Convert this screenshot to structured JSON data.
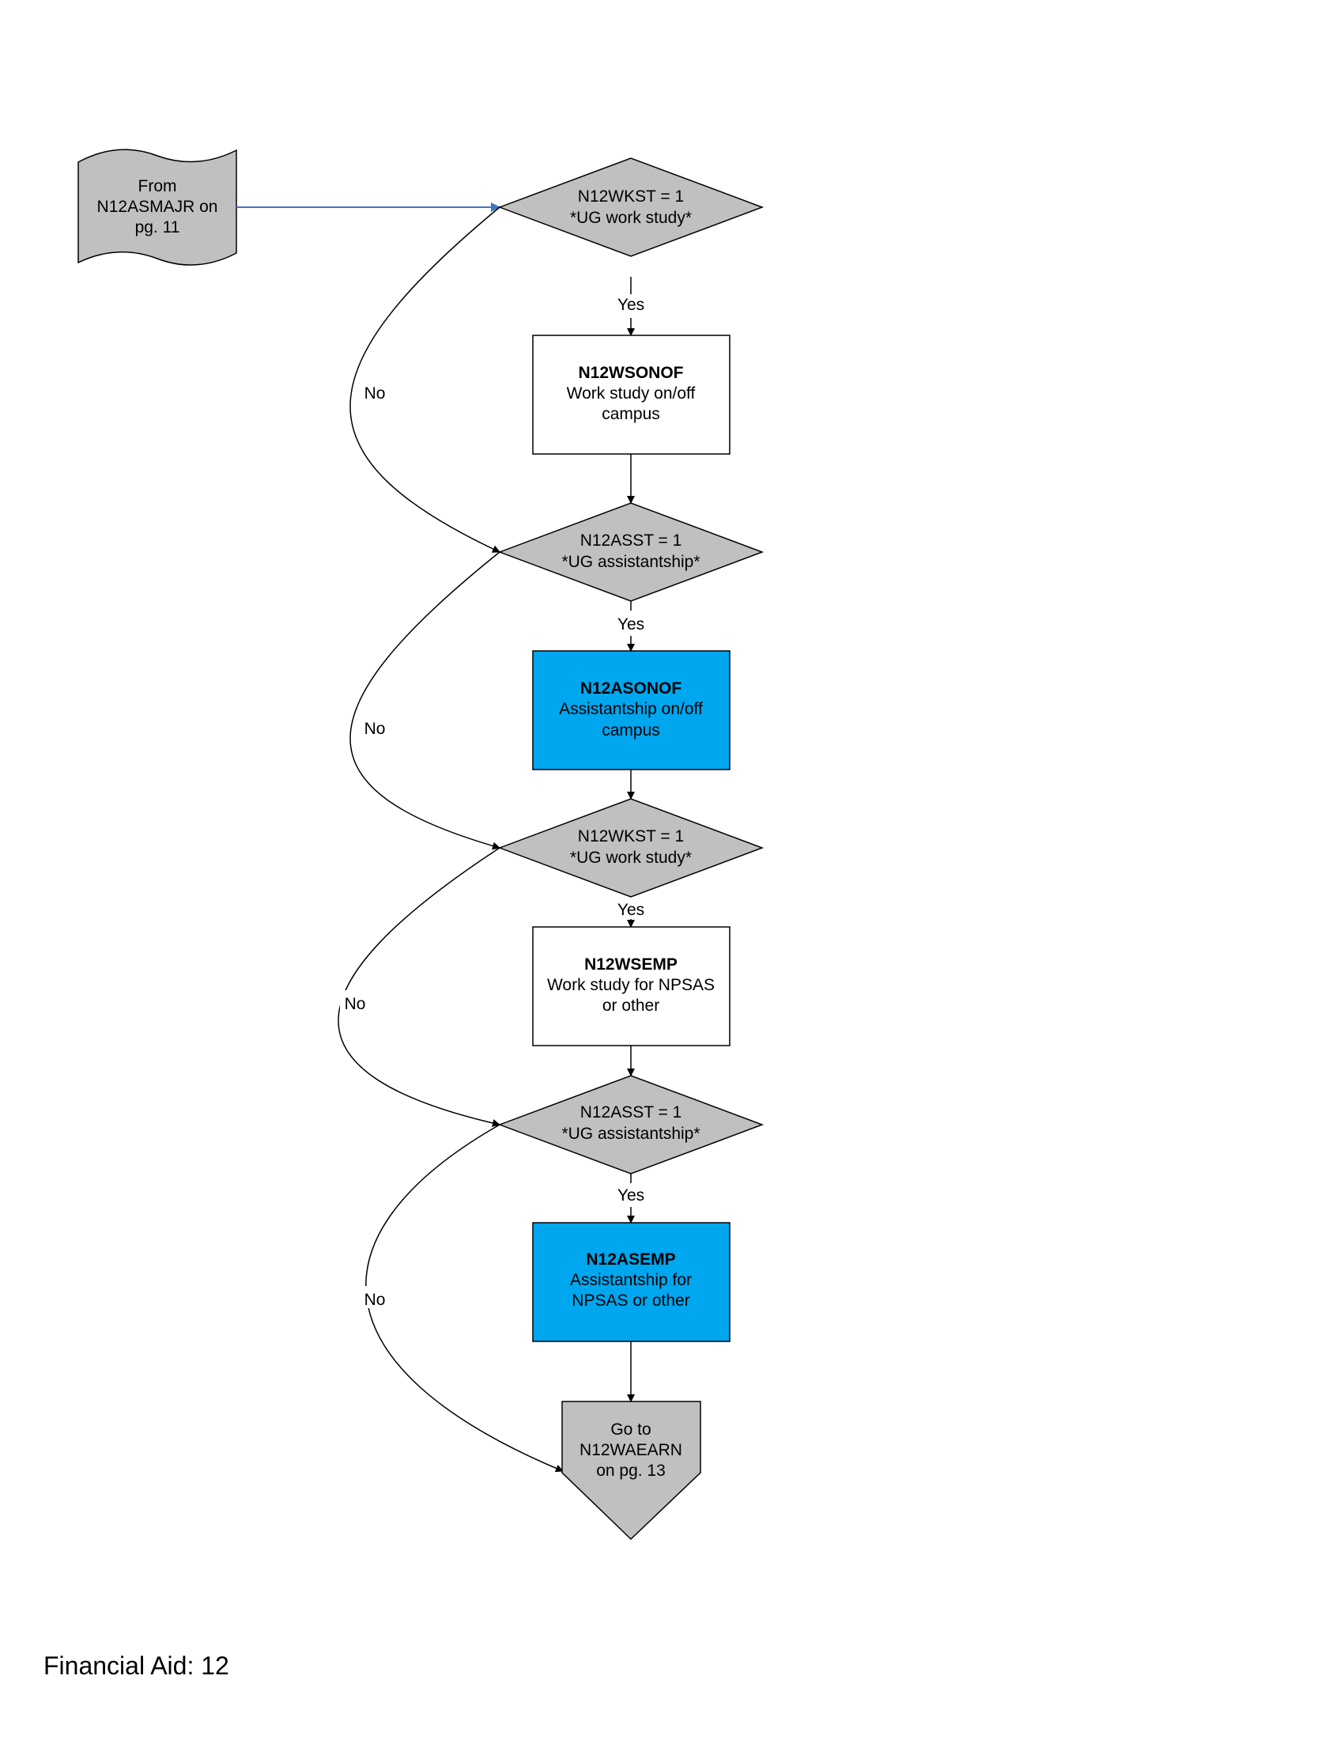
{
  "colors": {
    "decision_fill": "#c0c0c0",
    "highlight_fill": "#00a6ee",
    "process_fill": "#ffffff",
    "connector_line": "#000000",
    "entry_arrow": "#4472c4"
  },
  "start": {
    "lines": [
      "From",
      "N12ASMAJR on",
      "pg. 11"
    ]
  },
  "decisions": {
    "d1": [
      "N12WKST = 1",
      "*UG work study*"
    ],
    "d2": [
      "N12ASST = 1",
      "*UG assistantship*"
    ],
    "d3": [
      "N12WKST = 1",
      "*UG work study*"
    ],
    "d4": [
      "N12ASST = 1",
      "*UG assistantship*"
    ]
  },
  "processes": {
    "p1": {
      "code": "N12WSONOF",
      "desc": [
        "Work study on/off",
        "campus"
      ]
    },
    "p2": {
      "code": "N12ASONOF",
      "desc": [
        "Assistantship on/off",
        "campus"
      ]
    },
    "p3": {
      "code": "N12WSEMP",
      "desc": [
        "Work study for NPSAS",
        "or other"
      ]
    },
    "p4": {
      "code": "N12ASEMP",
      "desc": [
        "Assistantship for",
        "NPSAS or other"
      ]
    }
  },
  "end": {
    "lines": [
      "Go to",
      "N12WAEARN",
      "on pg. 13"
    ]
  },
  "labels": {
    "yes": "Yes",
    "no": "No"
  },
  "footer": {
    "text": "Financial Aid: 12"
  }
}
